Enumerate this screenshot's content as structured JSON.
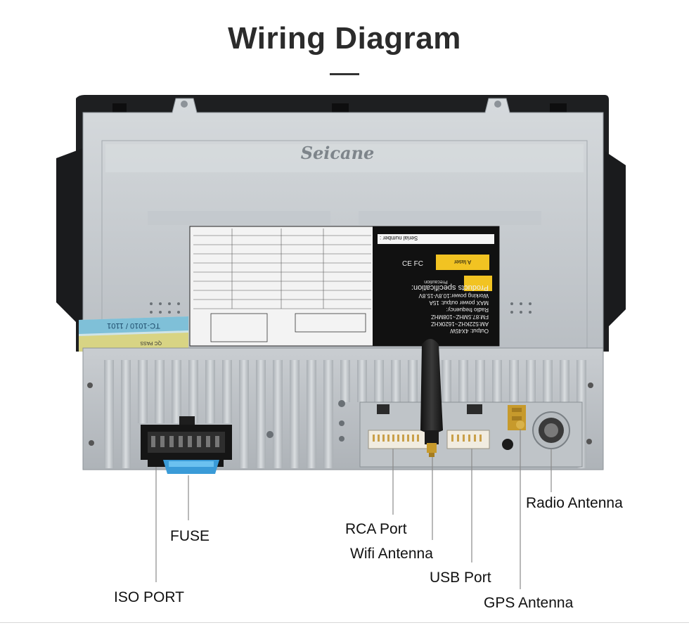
{
  "header": {
    "title": "Wiring Diagram"
  },
  "device": {
    "brand": "Seicane",
    "label": {
      "serial": "Serial number :",
      "spec_heading": "Products specification:",
      "spec_lines": [
        "Working power:10.8V-15.8V",
        "MAX power output: 15A",
        "Radio frequency:",
        "FM:87.5MHZ~108MHZ",
        "AM:522KHZ~1620KHZ",
        "Output: 4X45W"
      ],
      "laser_warning": "A laser",
      "caution_heading": "Precaution",
      "tag_text": "TC-1010 / 1101",
      "pass_text": "QC PASS"
    }
  },
  "callouts": {
    "iso_port": "ISO PORT",
    "fuse": "FUSE",
    "rca_port": "RCA Port",
    "wifi_antenna": "Wifi Antenna",
    "usb_port": "USB Port",
    "gps_antenna": "GPS Antenna",
    "radio_antenna": "Radio Antenna"
  },
  "colors": {
    "title": "#2b2b2b",
    "chassis_silver": "#c8ccd0",
    "front_black": "#1e1f21",
    "fuse_blue": "#3a9bd8",
    "gps_gold": "#c79a2c",
    "leader_line": "#8a8a8a"
  }
}
